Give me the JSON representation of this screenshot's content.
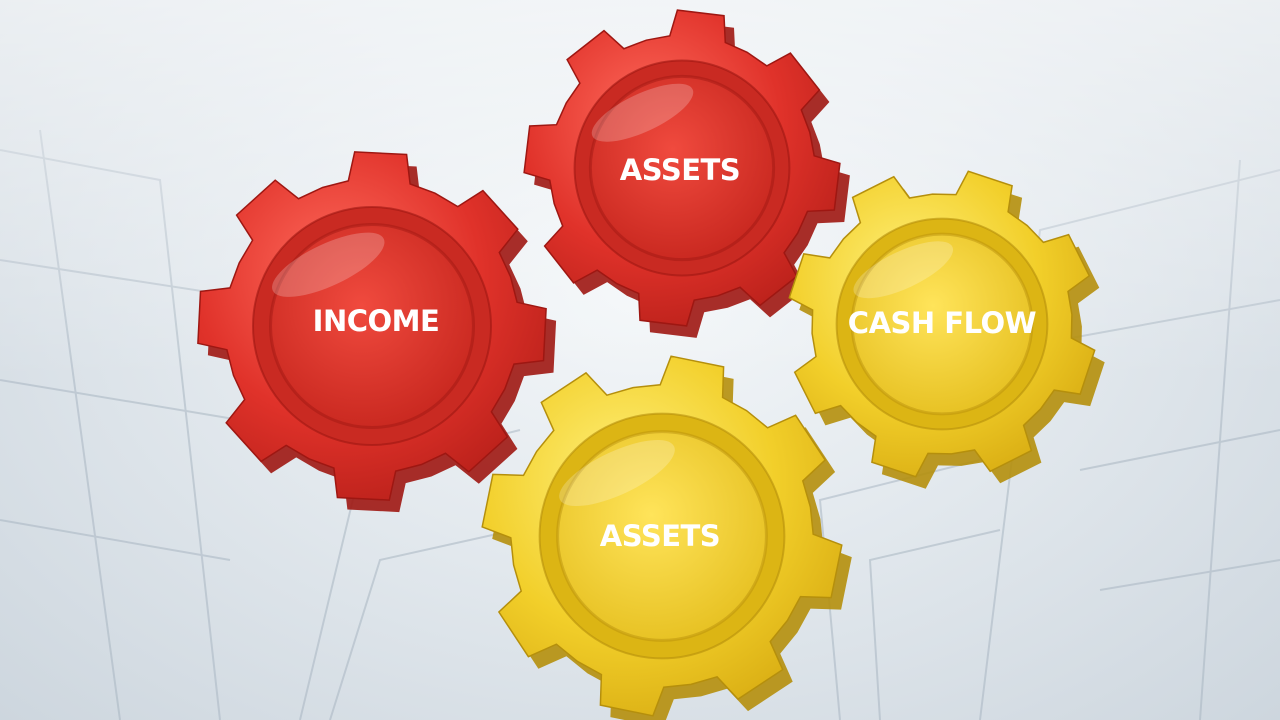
{
  "scene": {
    "gears": [
      {
        "id": "income",
        "label": "INCOME",
        "color": "red"
      },
      {
        "id": "top",
        "label": "ASSETS",
        "color": "red"
      },
      {
        "id": "cashflow",
        "label": "CASH FLOW",
        "color": "yellow"
      },
      {
        "id": "assets",
        "label": "ASSETS",
        "color": "yellow"
      }
    ],
    "palette": {
      "red": "#e0322a",
      "red_dark": "#9e1712",
      "red_light": "#ff6a5c",
      "yellow": "#f2cf2a",
      "yellow_dark": "#b58f0c",
      "yellow_light": "#fff07a",
      "background": "#e3e9ee"
    }
  }
}
